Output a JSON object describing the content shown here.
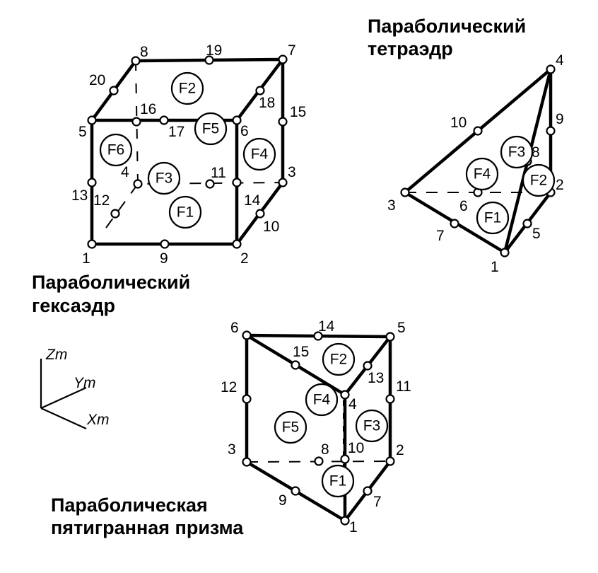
{
  "titles": {
    "hexahedron": [
      "Параболический",
      "гексаэдр"
    ],
    "tetrahedron": [
      "Параболический",
      "тетраэдр"
    ],
    "prism": [
      "Параболическая",
      "пятигранная призма"
    ]
  },
  "axes": {
    "z": "Zm",
    "y": "Ym",
    "x": "Xm"
  },
  "hexahedron": {
    "faces": [
      "F1",
      "F2",
      "F3",
      "F4",
      "F5",
      "F6"
    ],
    "nodes": [
      "1",
      "2",
      "3",
      "4",
      "5",
      "6",
      "7",
      "8",
      "9",
      "10",
      "11",
      "12",
      "13",
      "14",
      "15",
      "16",
      "17",
      "18",
      "19",
      "20"
    ]
  },
  "tetrahedron": {
    "faces": [
      "F1",
      "F2",
      "F3",
      "F4"
    ],
    "nodes": [
      "1",
      "2",
      "3",
      "4",
      "5",
      "6",
      "7",
      "8",
      "9",
      "10"
    ]
  },
  "prism": {
    "faces": [
      "F1",
      "F2",
      "F3",
      "F4",
      "F5"
    ],
    "nodes": [
      "1",
      "2",
      "3",
      "4",
      "5",
      "6",
      "7",
      "8",
      "9",
      "10",
      "11",
      "12",
      "13",
      "14",
      "15"
    ]
  }
}
